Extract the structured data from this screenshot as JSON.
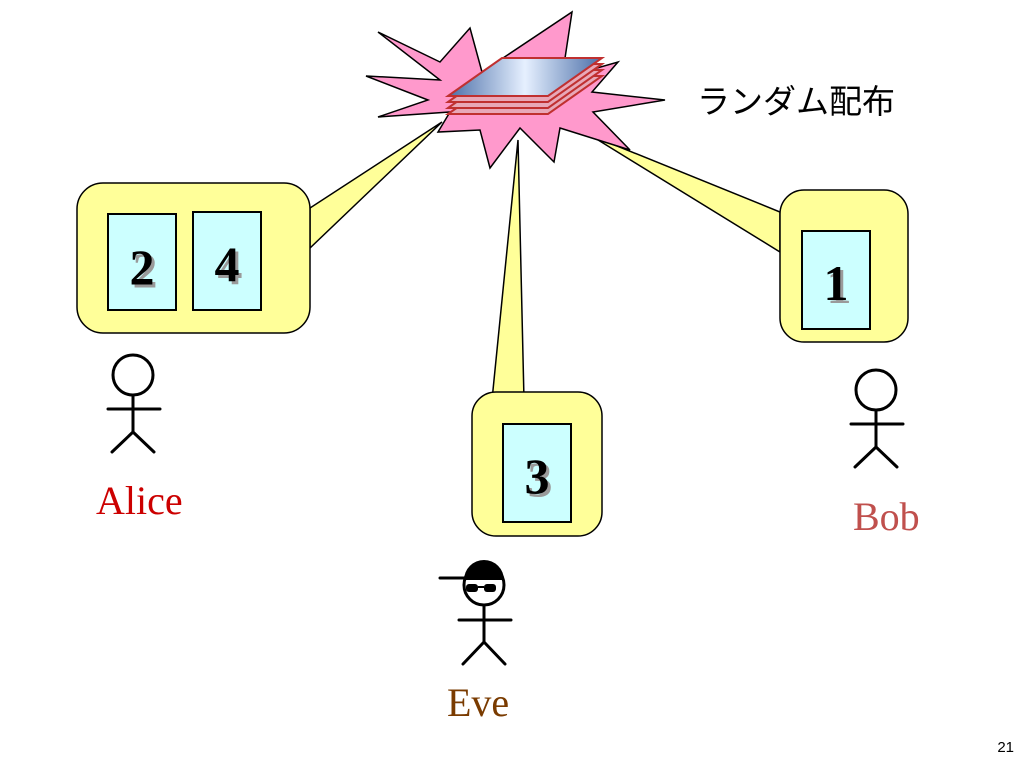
{
  "caption": "ランダム配布",
  "page_number": "21",
  "people": {
    "alice": {
      "name": "Alice",
      "color": "#cc0000",
      "cards": [
        "2",
        "4"
      ]
    },
    "eve": {
      "name": "Eve",
      "color": "#7a3b00",
      "cards": [
        "3"
      ]
    },
    "bob": {
      "name": "Bob",
      "color": "#c0504d",
      "cards": [
        "1"
      ]
    }
  },
  "colors": {
    "bubble_fill": "#ffff99",
    "card_fill": "#ccffff",
    "burst_fill": "#ff99cc"
  },
  "icons": {
    "burst": "explosion-burst-icon",
    "deck": "card-deck-icon",
    "person": "stick-figure-icon",
    "eve_person": "stick-figure-with-cap-and-sunglasses-icon"
  }
}
